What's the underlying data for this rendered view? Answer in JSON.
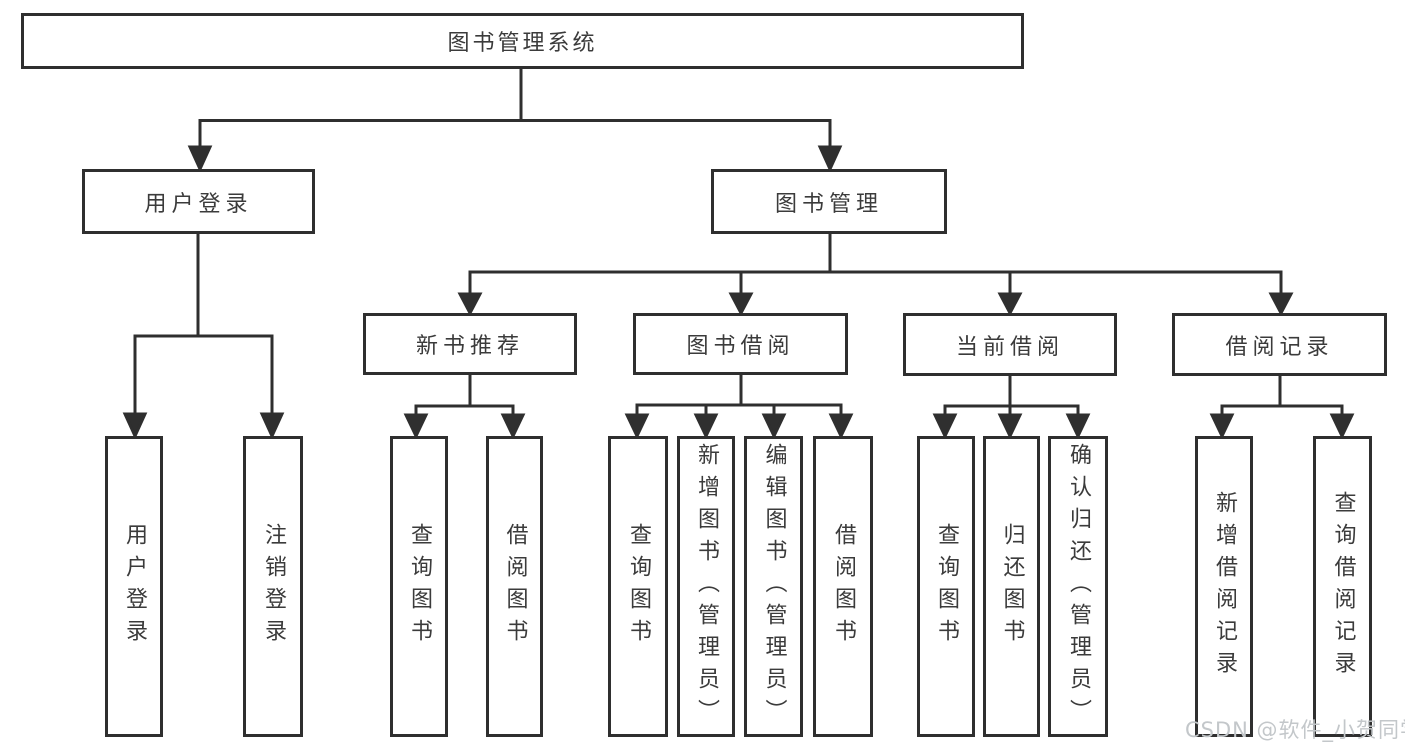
{
  "colors": {
    "line": "#2f2f2f",
    "text": "#3b3b3b",
    "background": "#ffffff",
    "watermark": "#c3c7ca"
  },
  "watermark": {
    "text": "CSDN @软件_小贺同学"
  },
  "diagram": {
    "type": "hierarchy-tree",
    "root": {
      "label": "图书管理系统"
    },
    "branches": [
      {
        "label": "用户登录",
        "children": [
          {
            "label": "用户登录"
          },
          {
            "label": "注销登录"
          }
        ]
      },
      {
        "label": "图书管理",
        "sections": [
          {
            "label": "新书推荐",
            "children": [
              {
                "label": "查询图书"
              },
              {
                "label": "借阅图书"
              }
            ]
          },
          {
            "label": "图书借阅",
            "children": [
              {
                "label": "查询图书"
              },
              {
                "label": "新增图书（管理员）"
              },
              {
                "label": "编辑图书（管理员）"
              },
              {
                "label": "借阅图书"
              }
            ]
          },
          {
            "label": "当前借阅",
            "children": [
              {
                "label": "查询图书"
              },
              {
                "label": "归还图书"
              },
              {
                "label": "确认归还（管理员）"
              }
            ]
          },
          {
            "label": "借阅记录",
            "children": [
              {
                "label": "新增借阅记录"
              },
              {
                "label": "查询借阅记录"
              }
            ]
          }
        ]
      }
    ]
  }
}
